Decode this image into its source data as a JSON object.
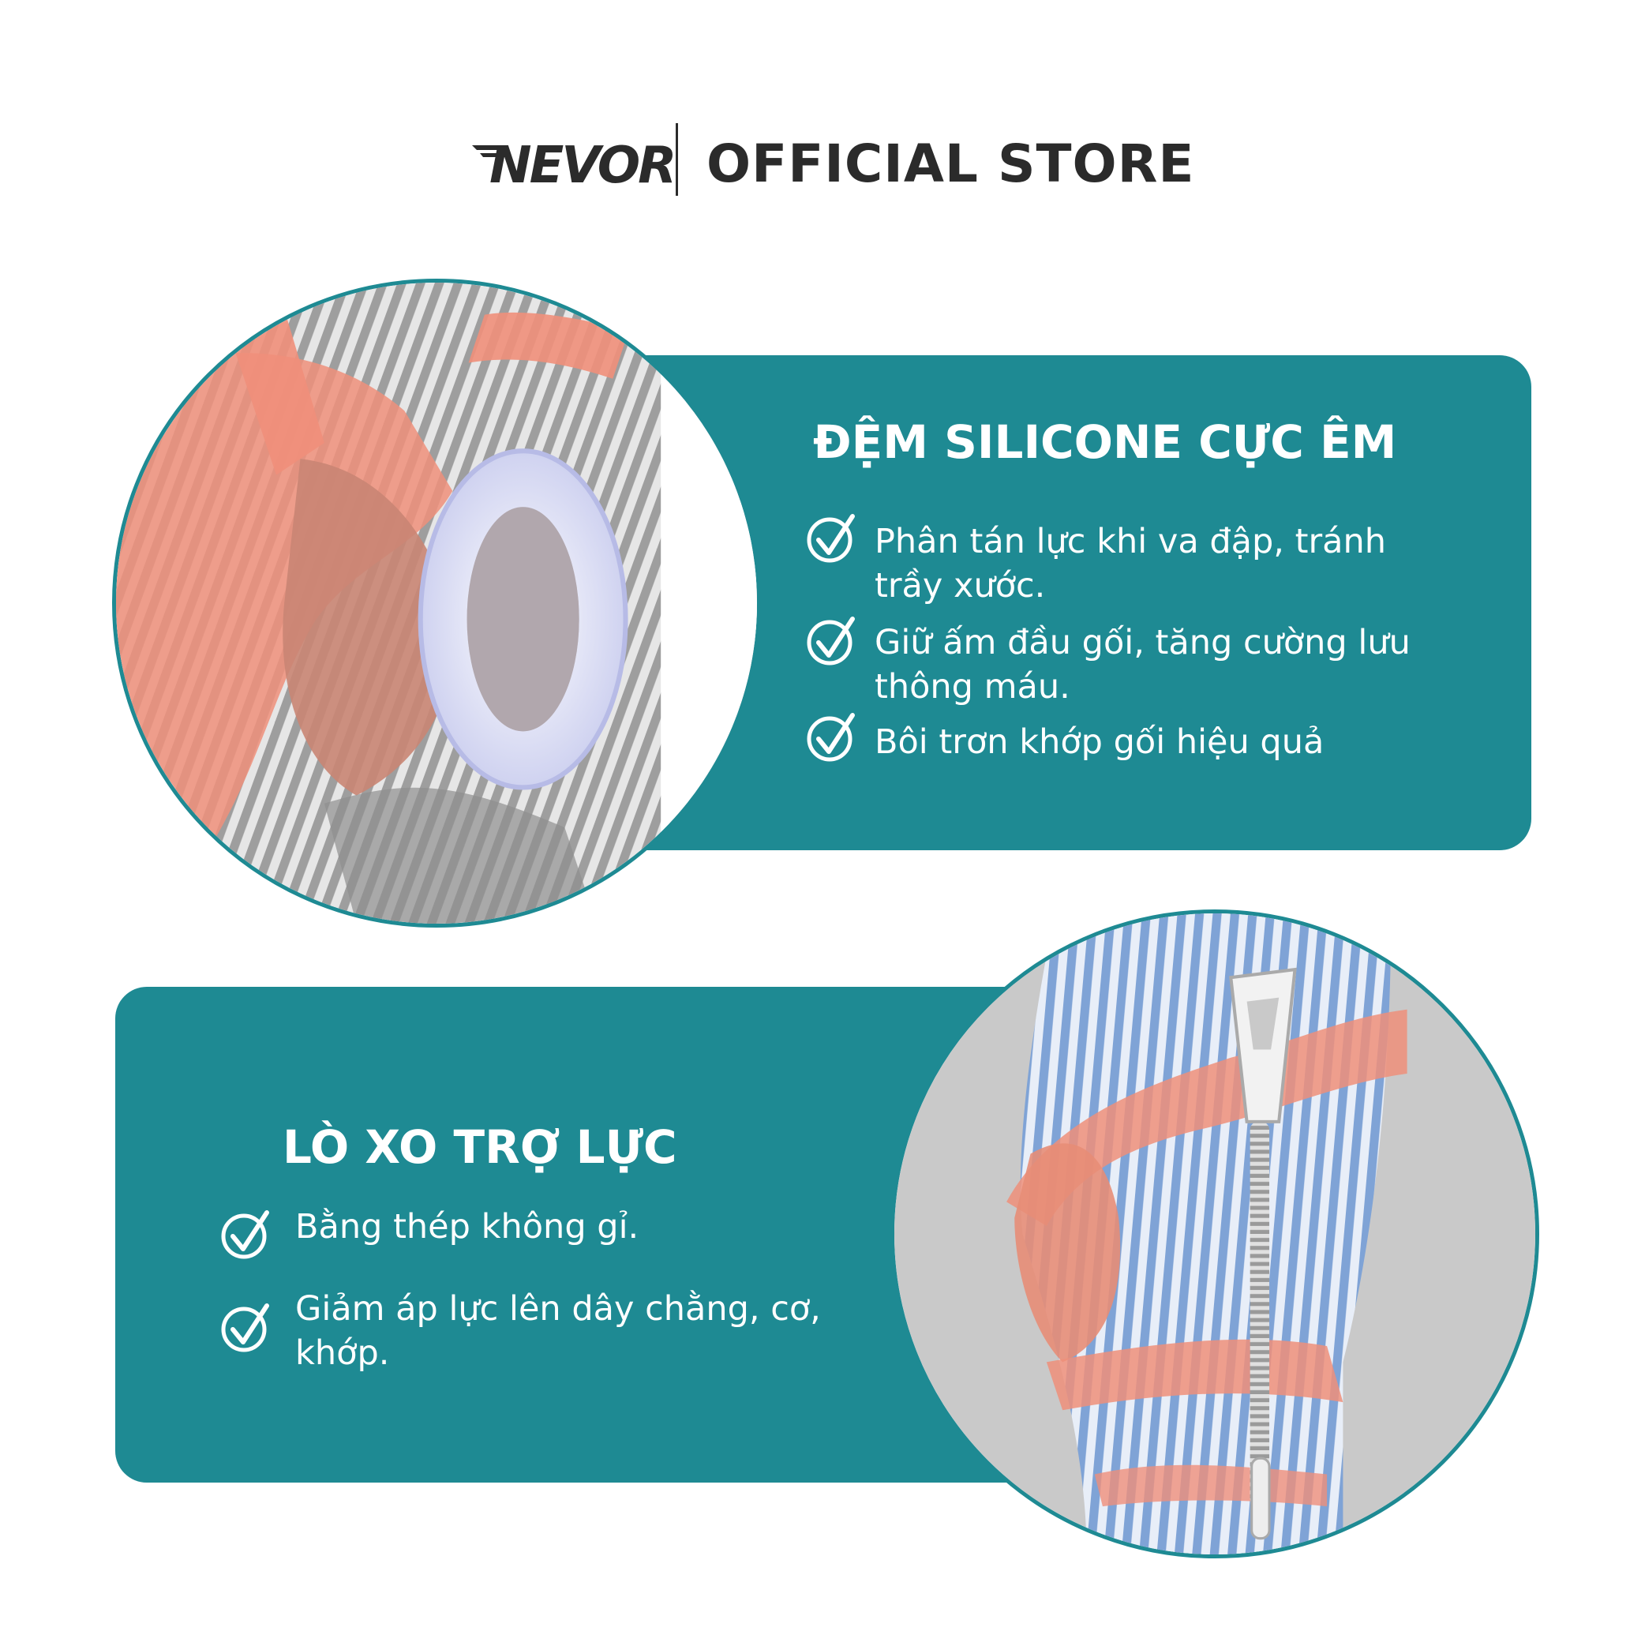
{
  "header": {
    "logo_text": "NEVOR",
    "store_label": "OFFICIAL STORE"
  },
  "feature1": {
    "title": "ĐỆM SILICONE CỰC ÊM",
    "items": [
      "Phân tán lực khi va đập, tránh trầy xước.",
      "Giữ ấm đầu gối, tăng cường lưu thông máu.",
      "Bôi trơn khớp gối hiệu quả"
    ]
  },
  "feature2": {
    "title": "LÒ XO TRỢ LỰC",
    "items": [
      "Bằng thép không gỉ.",
      "Giảm áp lực lên dây chằng, cơ, khớp."
    ]
  },
  "colors": {
    "accent": "#1e8a93",
    "text_dark": "#2b2b2b",
    "coral": "#ef8f7a",
    "blue": "#7fa3d6"
  },
  "icons": {
    "check": "check-circle-icon"
  }
}
